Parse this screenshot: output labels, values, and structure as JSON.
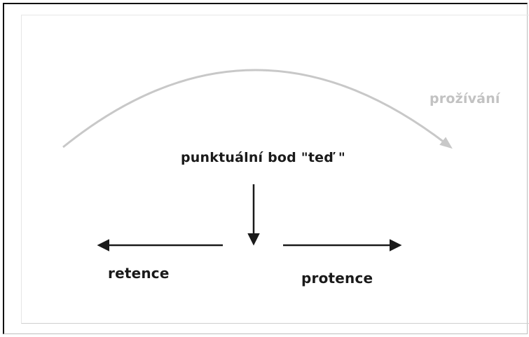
{
  "diagram": {
    "labels": {
      "experience": "prožívání",
      "now_point": "punktuální bod \"teď \"",
      "retention": "retence",
      "protention": "protence"
    },
    "colors": {
      "text": "#1a1a1a",
      "arrow": "#1a1a1a",
      "arc": "#c8c8c8",
      "experience_label": "#c2c2c2"
    }
  }
}
